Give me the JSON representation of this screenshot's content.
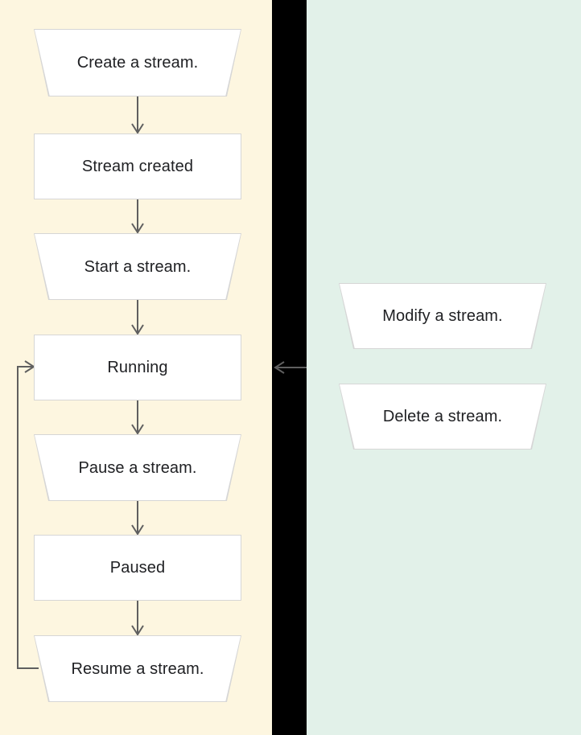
{
  "diagram": {
    "title": "Stream lifecycle flowchart",
    "panels": {
      "left": {
        "name": "stream-lifecycle-panel",
        "color": "#fdf6e0"
      },
      "divider": {
        "name": "panel-divider",
        "color": "#000000"
      },
      "right": {
        "name": "stream-operations-panel",
        "color": "#e2f1e9"
      }
    },
    "edge_color": "#5f5f5f",
    "node_border_color": "#d6d6d6",
    "node_fill_color": "#ffffff",
    "text_color": "#202124"
  },
  "nodes": {
    "create_stream": {
      "label": "Create a stream.",
      "shape": "trapezoid",
      "panel": "left"
    },
    "stream_created": {
      "label": "Stream created",
      "shape": "rectangle",
      "panel": "left"
    },
    "start_stream": {
      "label": "Start a stream.",
      "shape": "trapezoid",
      "panel": "left"
    },
    "running": {
      "label": "Running",
      "shape": "rectangle",
      "panel": "left"
    },
    "pause_stream": {
      "label": "Pause a stream.",
      "shape": "trapezoid",
      "panel": "left"
    },
    "paused": {
      "label": "Paused",
      "shape": "rectangle",
      "panel": "left"
    },
    "resume_stream": {
      "label": "Resume a stream.",
      "shape": "trapezoid",
      "panel": "left"
    },
    "modify_stream": {
      "label": "Modify a stream.",
      "shape": "trapezoid",
      "panel": "right"
    },
    "delete_stream": {
      "label": "Delete a stream.",
      "shape": "trapezoid",
      "panel": "right"
    }
  },
  "edges": [
    {
      "from": "create_stream",
      "to": "stream_created",
      "direction": "down"
    },
    {
      "from": "stream_created",
      "to": "start_stream",
      "direction": "down"
    },
    {
      "from": "start_stream",
      "to": "running",
      "direction": "down"
    },
    {
      "from": "running",
      "to": "pause_stream",
      "direction": "down"
    },
    {
      "from": "pause_stream",
      "to": "paused",
      "direction": "down"
    },
    {
      "from": "paused",
      "to": "resume_stream",
      "direction": "down"
    },
    {
      "from": "resume_stream",
      "to": "running",
      "direction": "loop-left"
    },
    {
      "from": "right_panel",
      "to": "running",
      "direction": "left"
    }
  ]
}
